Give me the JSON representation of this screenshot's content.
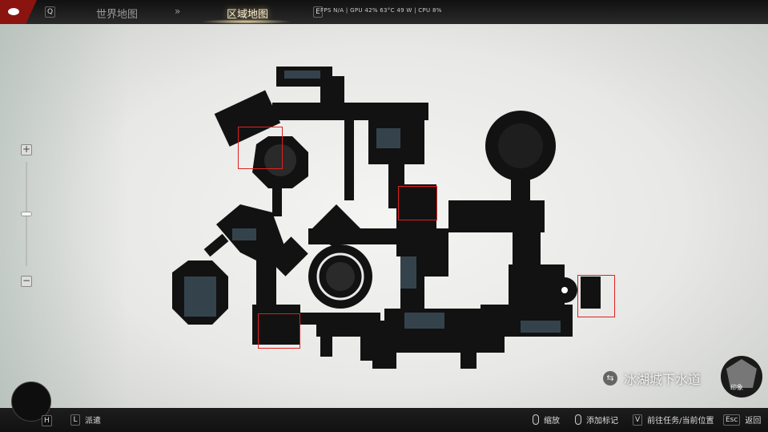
{
  "topbar": {
    "world_map_key": "Q",
    "world_map_label": "世界地图",
    "region_map_label": "区域地图",
    "next_key": "E",
    "fps": "FPS N/A",
    "gpu": "GPU 42% 63°C 49 W",
    "cpu": "CPU 8%"
  },
  "zoom": {
    "plus": "+",
    "minus": "−",
    "level": 0.5
  },
  "location": {
    "name": "冰湖城下水道"
  },
  "compass": {
    "label": "印象"
  },
  "bottom": {
    "avatar_key": "H",
    "dispatch_key": "L",
    "dispatch_label": "派遣",
    "zoom_label": "缩放",
    "add_marker_label": "添加标记",
    "goto_key": "V",
    "goto_label": "前往任务/当前位置",
    "back_key": "Esc",
    "back_label": "返回"
  },
  "colors": {
    "accent": "#8b1410",
    "highlight": "#e02020",
    "map_fill": "#111111",
    "map_room": "#34434b"
  }
}
